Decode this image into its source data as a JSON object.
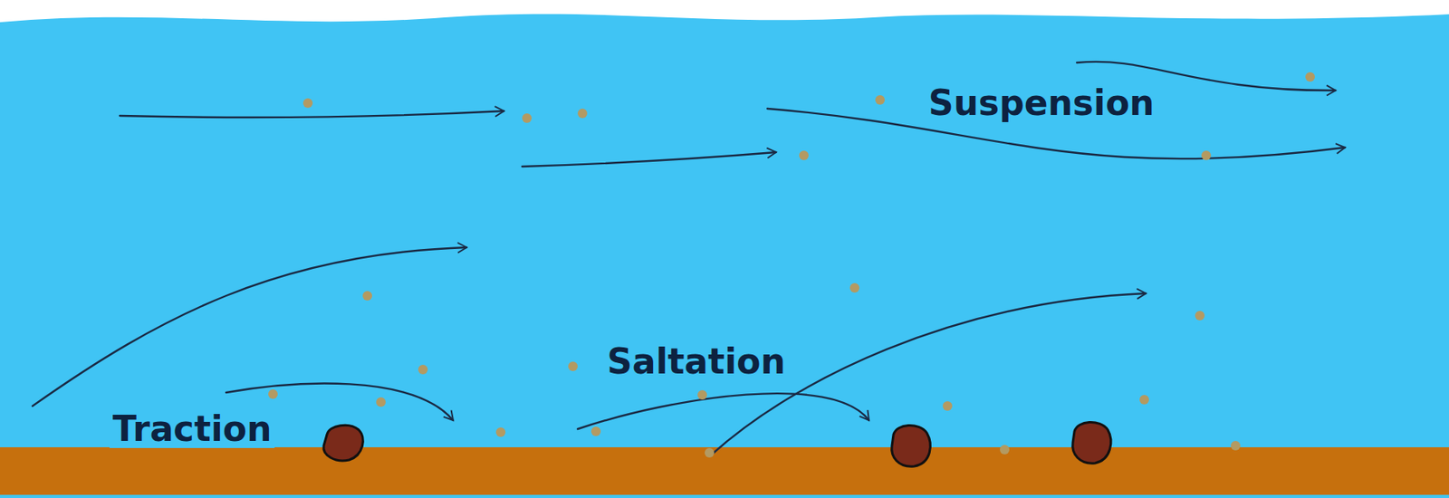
{
  "diagram": {
    "labels": [
      "Suspension",
      "Saltation",
      "Traction"
    ]
  }
}
